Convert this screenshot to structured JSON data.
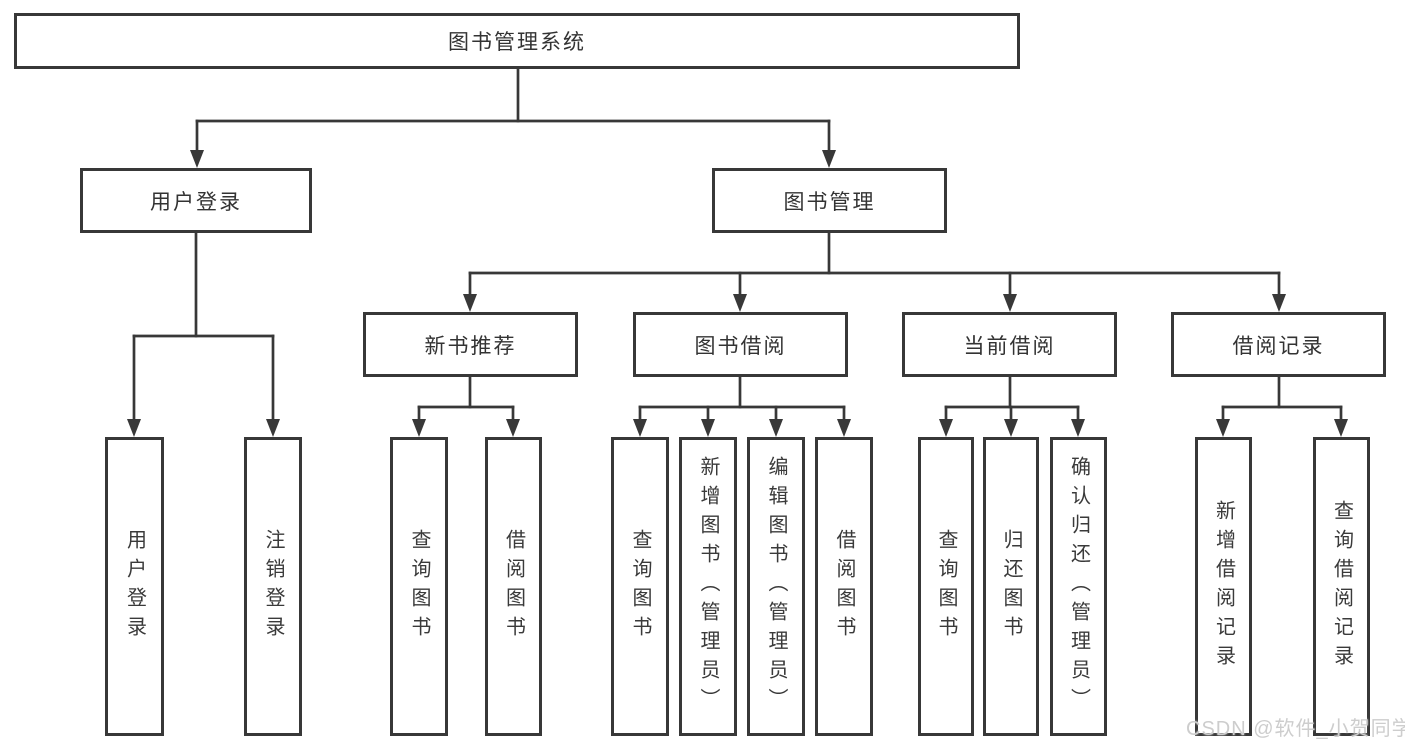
{
  "nodes": {
    "root": "图书管理系统",
    "user_login": "用户登录",
    "book_mgmt": "图书管理",
    "new_book_rec": "新书推荐",
    "book_borrow": "图书借阅",
    "current_borrow": "当前借阅",
    "borrow_record": "借阅记录",
    "leaf_user_login": "用户登录",
    "leaf_logout": "注销登录",
    "leaf_nb_query": "查询图书",
    "leaf_nb_borrow": "借阅图书",
    "leaf_bb_query": "查询图书",
    "leaf_bb_add": "新增图书（管理员）",
    "leaf_bb_edit": "编辑图书（管理员）",
    "leaf_bb_borrow": "借阅图书",
    "leaf_cb_query": "查询图书",
    "leaf_cb_return": "归还图书",
    "leaf_cb_confirm": "确认归还（管理员）",
    "leaf_br_add": "新增借阅记录",
    "leaf_br_query": "查询借阅记录"
  },
  "watermark": {
    "text": "CSDN @软件_小贺同学"
  },
  "colors": {
    "line": "#383838",
    "text": "#333333",
    "background": "#ffffff",
    "watermark": "#cdcdcd"
  }
}
